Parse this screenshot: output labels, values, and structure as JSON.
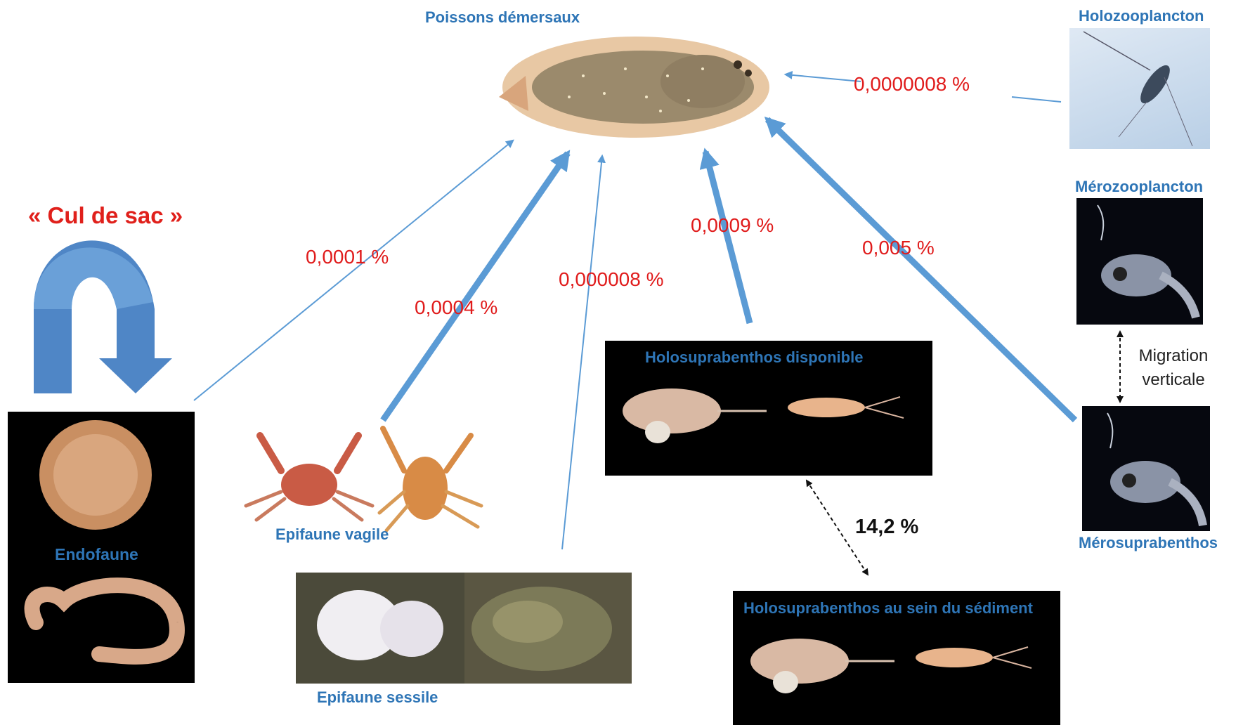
{
  "nodes": {
    "poissons": "Poissons démersaux",
    "holozoo": "Holozooplancton",
    "merozoo": "Mérozooplancton",
    "merosupra": "Mérosuprabenthos",
    "holosupra_dispo": "Holosuprabenthos disponible",
    "holosupra_sed": "Holosuprabenthos au sein du sédiment",
    "endofaune": "Endofaune",
    "epi_vagile": "Epifaune vagile",
    "epi_sessile": "Epifaune sessile"
  },
  "cul_de_sac": "« Cul de sac »",
  "migration": {
    "line1": "Migration",
    "line2": "verticale"
  },
  "percentages": {
    "holozoo": "0,0000008 %",
    "endofaune": "0,0001 %",
    "vagile": "0,0004 %",
    "sessile": "0,000008 %",
    "holosupra": "0,0009 %",
    "merosupra": "0,005 %",
    "exchange": "14,2 %"
  },
  "colors": {
    "arrow": "#5b9bd5",
    "label_blue": "#2e75b6",
    "percent_red": "#e01b1b",
    "cul_de_sac_red": "#e0201b"
  },
  "icons": {
    "fish": "flatfish-illustration",
    "plankton": "copepod-photo",
    "mysid": "mysid-photo",
    "amphipod": "amphipod-photo",
    "crab": "crab-illustration",
    "shell": "clam-shell",
    "worm": "polychaete-worm",
    "anemone": "sessile-anemone-photo"
  }
}
